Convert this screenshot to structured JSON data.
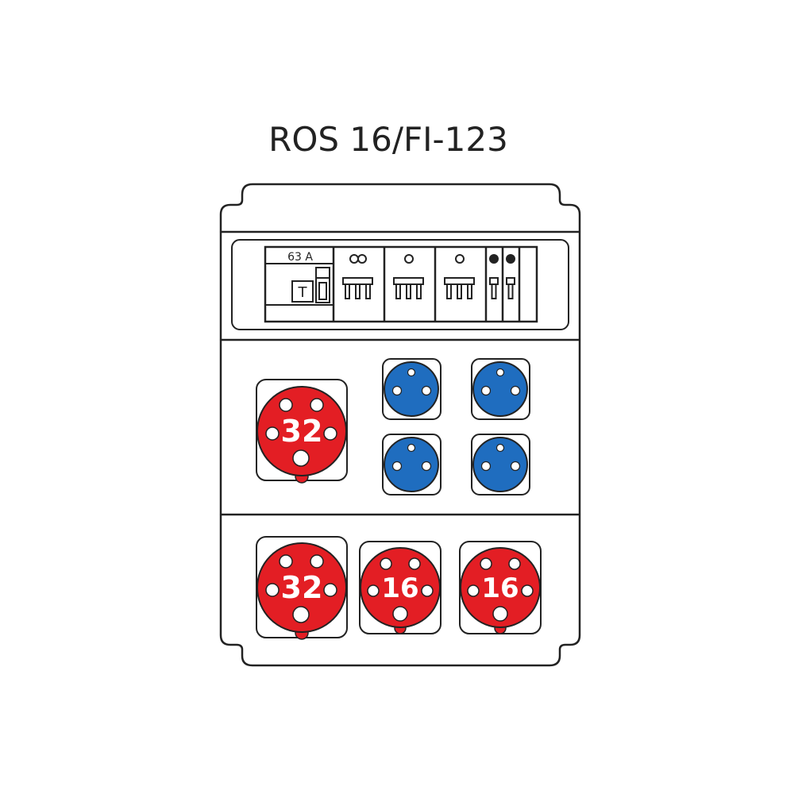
{
  "title": "ROS 16/FI-123",
  "breaker_panel": {
    "main_switch_label": "63 A",
    "main_switch_button": "T"
  },
  "sockets": {
    "cee_top": "32",
    "cee_bottom": [
      "32",
      "16",
      "16"
    ]
  },
  "colors": {
    "cee_red": "#e31e24",
    "schuko_blue": "#1f6dbf",
    "outline": "#222222"
  }
}
